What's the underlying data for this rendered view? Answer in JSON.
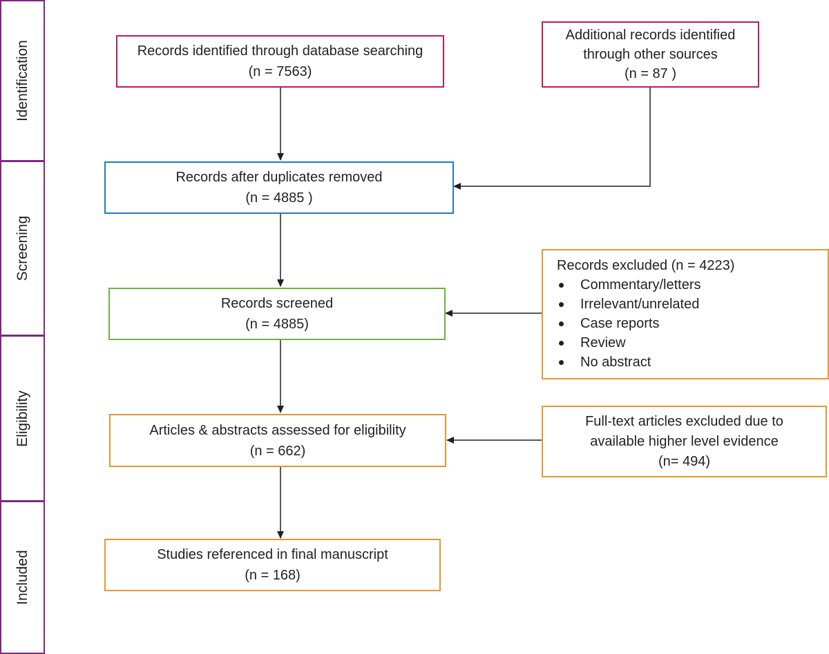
{
  "stages": [
    {
      "key": "identification",
      "label": "Identification"
    },
    {
      "key": "screening",
      "label": "Screening"
    },
    {
      "key": "eligibility",
      "label": "Eligibility"
    },
    {
      "key": "included",
      "label": "Included"
    }
  ],
  "boxes": {
    "database": {
      "line1": "Records identified through database searching",
      "line2": "(n = 7563)",
      "color": "#c2185b"
    },
    "other_sources": {
      "line1": "Additional records identified",
      "line2": "through other sources",
      "line3": "(n = 87 )",
      "color": "#c2185b"
    },
    "duplicates_removed": {
      "line1": "Records after duplicates removed",
      "line2": "(n = 4885 )",
      "color": "#1f7dbf"
    },
    "screened": {
      "line1": "Records screened",
      "line2": "(n = 4885)",
      "color": "#6cb33f"
    },
    "excluded": {
      "title": "Records excluded (n = 4223)",
      "items": [
        "Commentary/letters",
        "Irrelevant/unrelated",
        "Case reports",
        "Review",
        "No abstract"
      ],
      "color": "#e8962f"
    },
    "eligibility": {
      "line1": "Articles & abstracts assessed for eligibility",
      "line2": "(n = 662)",
      "color": "#e8962f"
    },
    "fulltext_excluded": {
      "line1": "Full-text articles excluded due to",
      "line2": "available higher level evidence",
      "line3": "(n= 494)",
      "color": "#e8962f"
    },
    "included": {
      "line1": "Studies referenced in final manuscript",
      "line2": "(n = 168)",
      "color": "#e8962f"
    }
  },
  "colors": {
    "stage_border": "#7a2a7e",
    "arrow": "#231f20"
  }
}
